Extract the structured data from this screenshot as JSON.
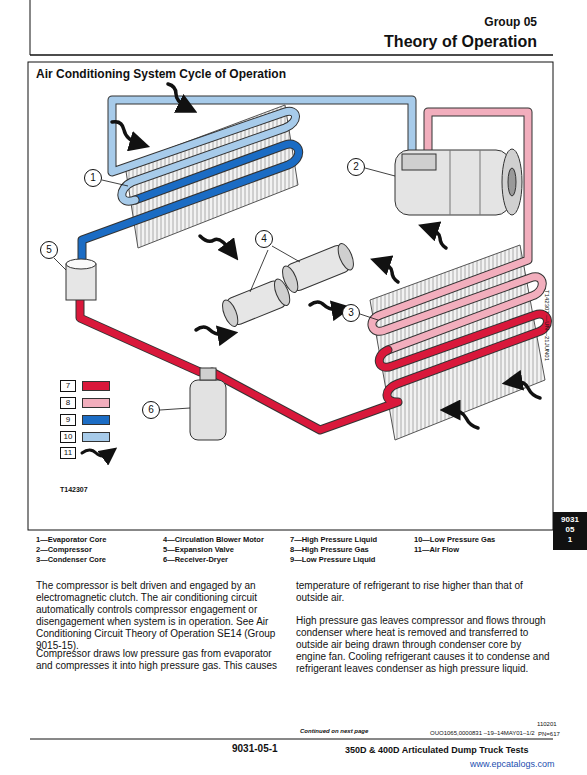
{
  "diagram": {
    "title": "Air Conditioning System Cycle of Operation",
    "nodes": [
      {
        "text": [
          "1"
        ]
      },
      {
        "text": [
          "2"
        ]
      },
      {
        "text": [
          "3"
        ]
      },
      {
        "text": [
          "4"
        ]
      },
      {
        "text": [
          "5"
        ]
      },
      {
        "text": [
          "6"
        ]
      },
      {
        "text": [
          "9031 05 1"
        ]
      }
    ],
    "labels": [
      "Group 05",
      "Theory of Operation",
      "T142307",
      "T142307 —UN—21JUN01",
      "1—Evaporator Core",
      "2—Compressor",
      "3—Condenser Core",
      "4—Circulation Blower Motor",
      "5—Expansion Valve",
      "6—Receiver-Dryer",
      "7—High Pressure Liquid",
      "8—High Pressure Gas",
      "9—Low Pressure Liquid",
      "10—Low Pressure Gas",
      "11—Air Flow",
      "The compressor is belt driven and engaged by an electromagnetic clutch. The air conditioning circuit automatically controls compressor engagement or disengagement when system is in operation. See Air Conditioning Circuit Theory of Operation SE14 (Group 9015-15).",
      "Compressor draws low pressure gas from evaporator and compresses it into high pressure gas. This causes",
      "temperature of refrigerant to rise higher than that of outside air.",
      "High pressure gas leaves compressor and flows through condenser where heat is removed and transferred to outside air being drawn through condenser core by engine fan. Cooling refrigerant causes it to condense and refrigerant leaves condenser as high pressure liquid.",
      "Continued on next page",
      "OUO1065,0000831 –19–14MAY01–1/2",
      "110201",
      "PN=617",
      "9031-05-1",
      "350D & 400D Articulated Dump Truck Tests",
      "www.epcatalogs.com"
    ],
    "legend": [
      {
        "text": "7",
        "color": "#d9183b"
      },
      {
        "text": "8",
        "color": "#f2aebd"
      },
      {
        "text": "9",
        "color": "#1b6cc4"
      },
      {
        "text": "10",
        "color": "#a7cbea"
      },
      {
        "text": "11"
      }
    ]
  }
}
